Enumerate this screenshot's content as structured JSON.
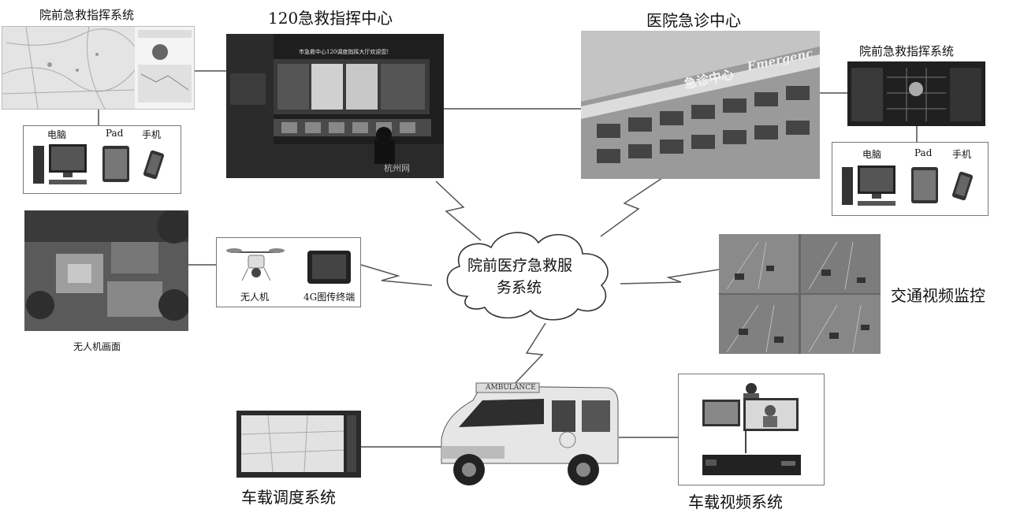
{
  "labels": {
    "prehospital_system_left": "院前急救指挥系统",
    "dispatch_center": "120急救指挥中心",
    "hospital_emergency_center": "医院急诊中心",
    "prehospital_system_right": "院前急救指挥系统",
    "drone_view": "无人机画面",
    "traffic_video": "交通视频监控",
    "vehicle_dispatch": "车载调度系统",
    "vehicle_video": "车载视频系统"
  },
  "devices_left": {
    "computer": "电脑",
    "pad": "Pad",
    "phone": "手机"
  },
  "devices_right": {
    "computer": "电脑",
    "pad": "Pad",
    "phone": "手机"
  },
  "drone_box": {
    "drone": "无人机",
    "terminal": "4G图传终端"
  },
  "cloud": {
    "line1": "院前医疗急救服",
    "line2": "务系统"
  },
  "photo_text": {
    "dispatch_banner": "市急救中心120调度指挥大厅欢迎您!",
    "watermark": "杭州网",
    "hospital_sign": "急诊中心",
    "hospital_sign_en": "Emergenc",
    "ambulance": "AMBULANCE"
  }
}
